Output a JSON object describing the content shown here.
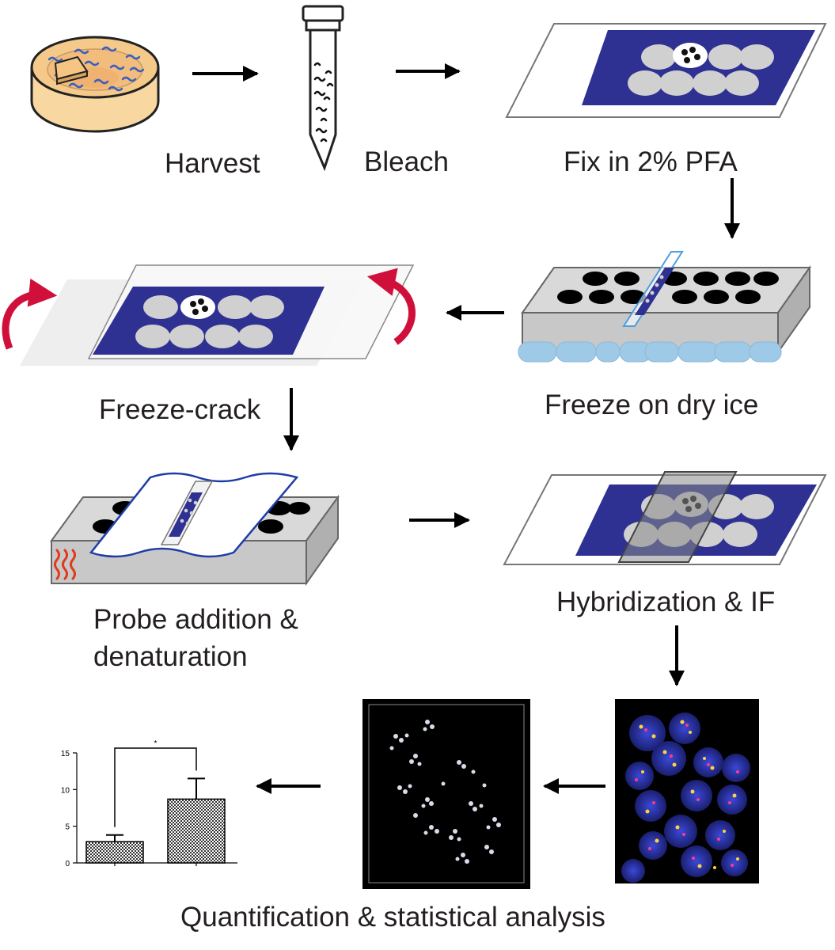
{
  "steps": {
    "harvest": "Harvest",
    "bleach": "Bleach",
    "fix": "Fix in 2% PFA",
    "freeze": "Freeze on dry ice",
    "crack": "Freeze-crack",
    "probe_line1": "Probe addition &",
    "probe_line2": "denaturation",
    "hybrid": "Hybridization & IF",
    "quant": "Quantification & statistical analysis"
  },
  "colors": {
    "slide_label": "#2e3192",
    "arrow": "#000000",
    "rotate_arrow": "#d0103a",
    "dry_ice": "#9ecae8",
    "heat": "#e03a1e",
    "block": "#c8c8c8"
  },
  "chart_data": {
    "type": "bar",
    "categories": [
      "",
      ""
    ],
    "values": [
      2.9,
      8.7
    ],
    "errors": [
      0.9,
      2.8
    ],
    "ylim": [
      0,
      15
    ],
    "yticks": [
      "0",
      "5",
      "10",
      "15"
    ],
    "significance": "*",
    "title": "",
    "xlabel": "",
    "ylabel": ""
  }
}
